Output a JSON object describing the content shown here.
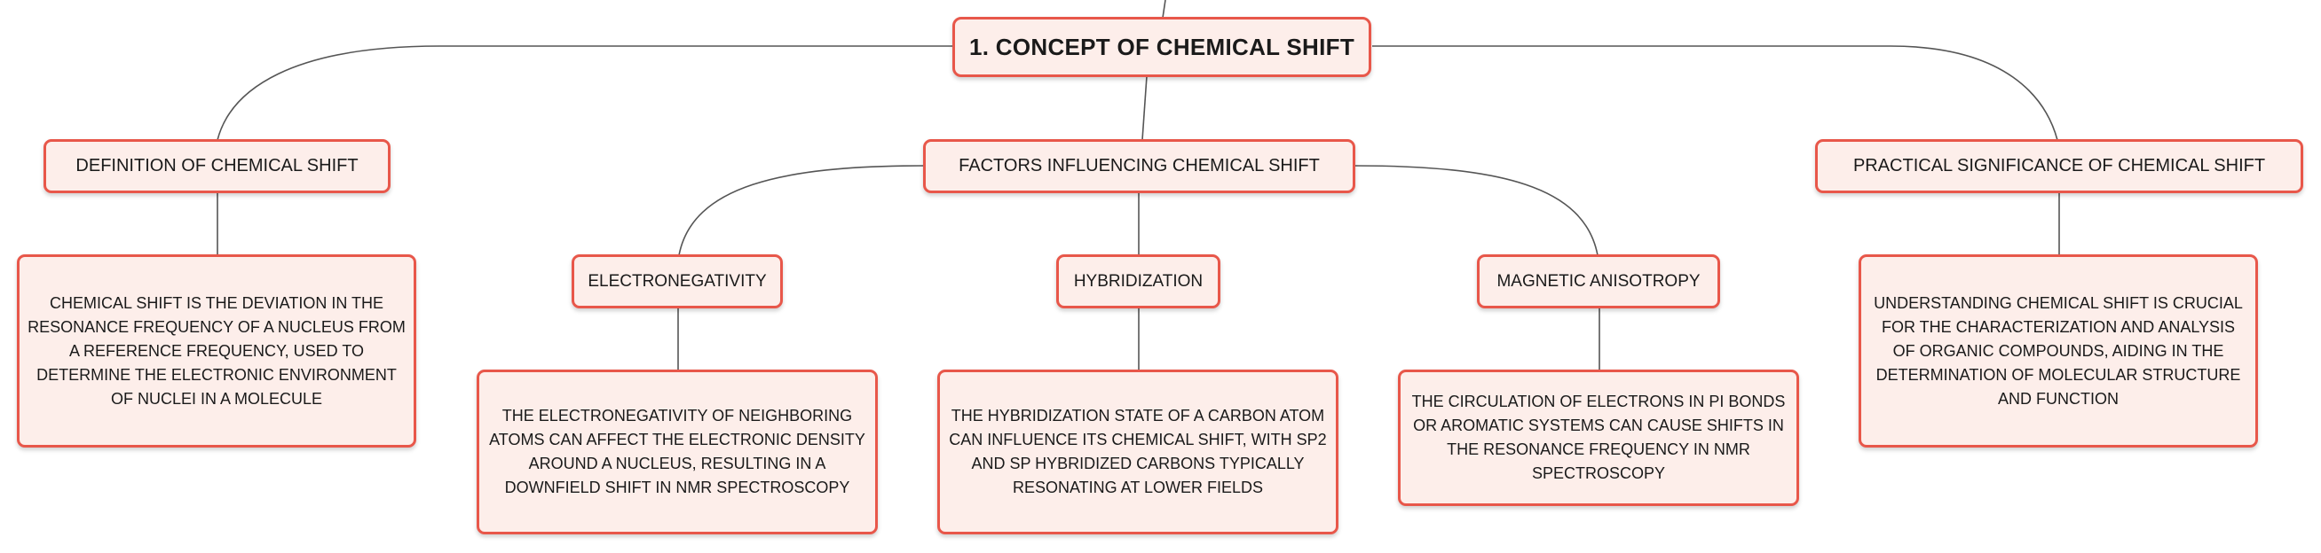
{
  "colors": {
    "accent": "#e8574a",
    "fill": "#fdeeea",
    "line": "#555555",
    "text": "#1a1a1a"
  },
  "root": {
    "label": "1. CONCEPT OF CHEMICAL SHIFT"
  },
  "branches": {
    "definition": {
      "label": "DEFINITION OF CHEMICAL SHIFT",
      "detail": "CHEMICAL SHIFT IS THE DEVIATION IN THE RESONANCE FREQUENCY OF A NUCLEUS FROM A REFERENCE FREQUENCY, USED TO DETERMINE THE ELECTRONIC ENVIRONMENT OF NUCLEI IN A MOLECULE"
    },
    "factors": {
      "label": "FACTORS INFLUENCING CHEMICAL SHIFT",
      "items": {
        "electronegativity": {
          "label": "ELECTRONEGATIVITY",
          "detail": "THE ELECTRONEGATIVITY OF NEIGHBORING ATOMS CAN AFFECT THE ELECTRONIC DENSITY AROUND A NUCLEUS, RESULTING IN A DOWNFIELD SHIFT IN NMR SPECTROSCOPY"
        },
        "hybridization": {
          "label": "HYBRIDIZATION",
          "detail": "THE HYBRIDIZATION STATE OF A CARBON ATOM CAN INFLUENCE ITS CHEMICAL SHIFT, WITH SP2 AND SP HYBRIDIZED CARBONS TYPICALLY RESONATING AT LOWER FIELDS"
        },
        "anisotropy": {
          "label": "MAGNETIC ANISOTROPY",
          "detail": "THE CIRCULATION OF ELECTRONS IN PI BONDS OR AROMATIC SYSTEMS CAN CAUSE SHIFTS IN THE RESONANCE FREQUENCY IN NMR SPECTROSCOPY"
        }
      }
    },
    "practical": {
      "label": "PRACTICAL SIGNIFICANCE OF CHEMICAL SHIFT",
      "detail": "UNDERSTANDING CHEMICAL SHIFT IS CRUCIAL FOR THE CHARACTERIZATION AND ANALYSIS OF ORGANIC COMPOUNDS, AIDING IN THE DETERMINATION OF MOLECULAR STRUCTURE AND FUNCTION"
    }
  }
}
